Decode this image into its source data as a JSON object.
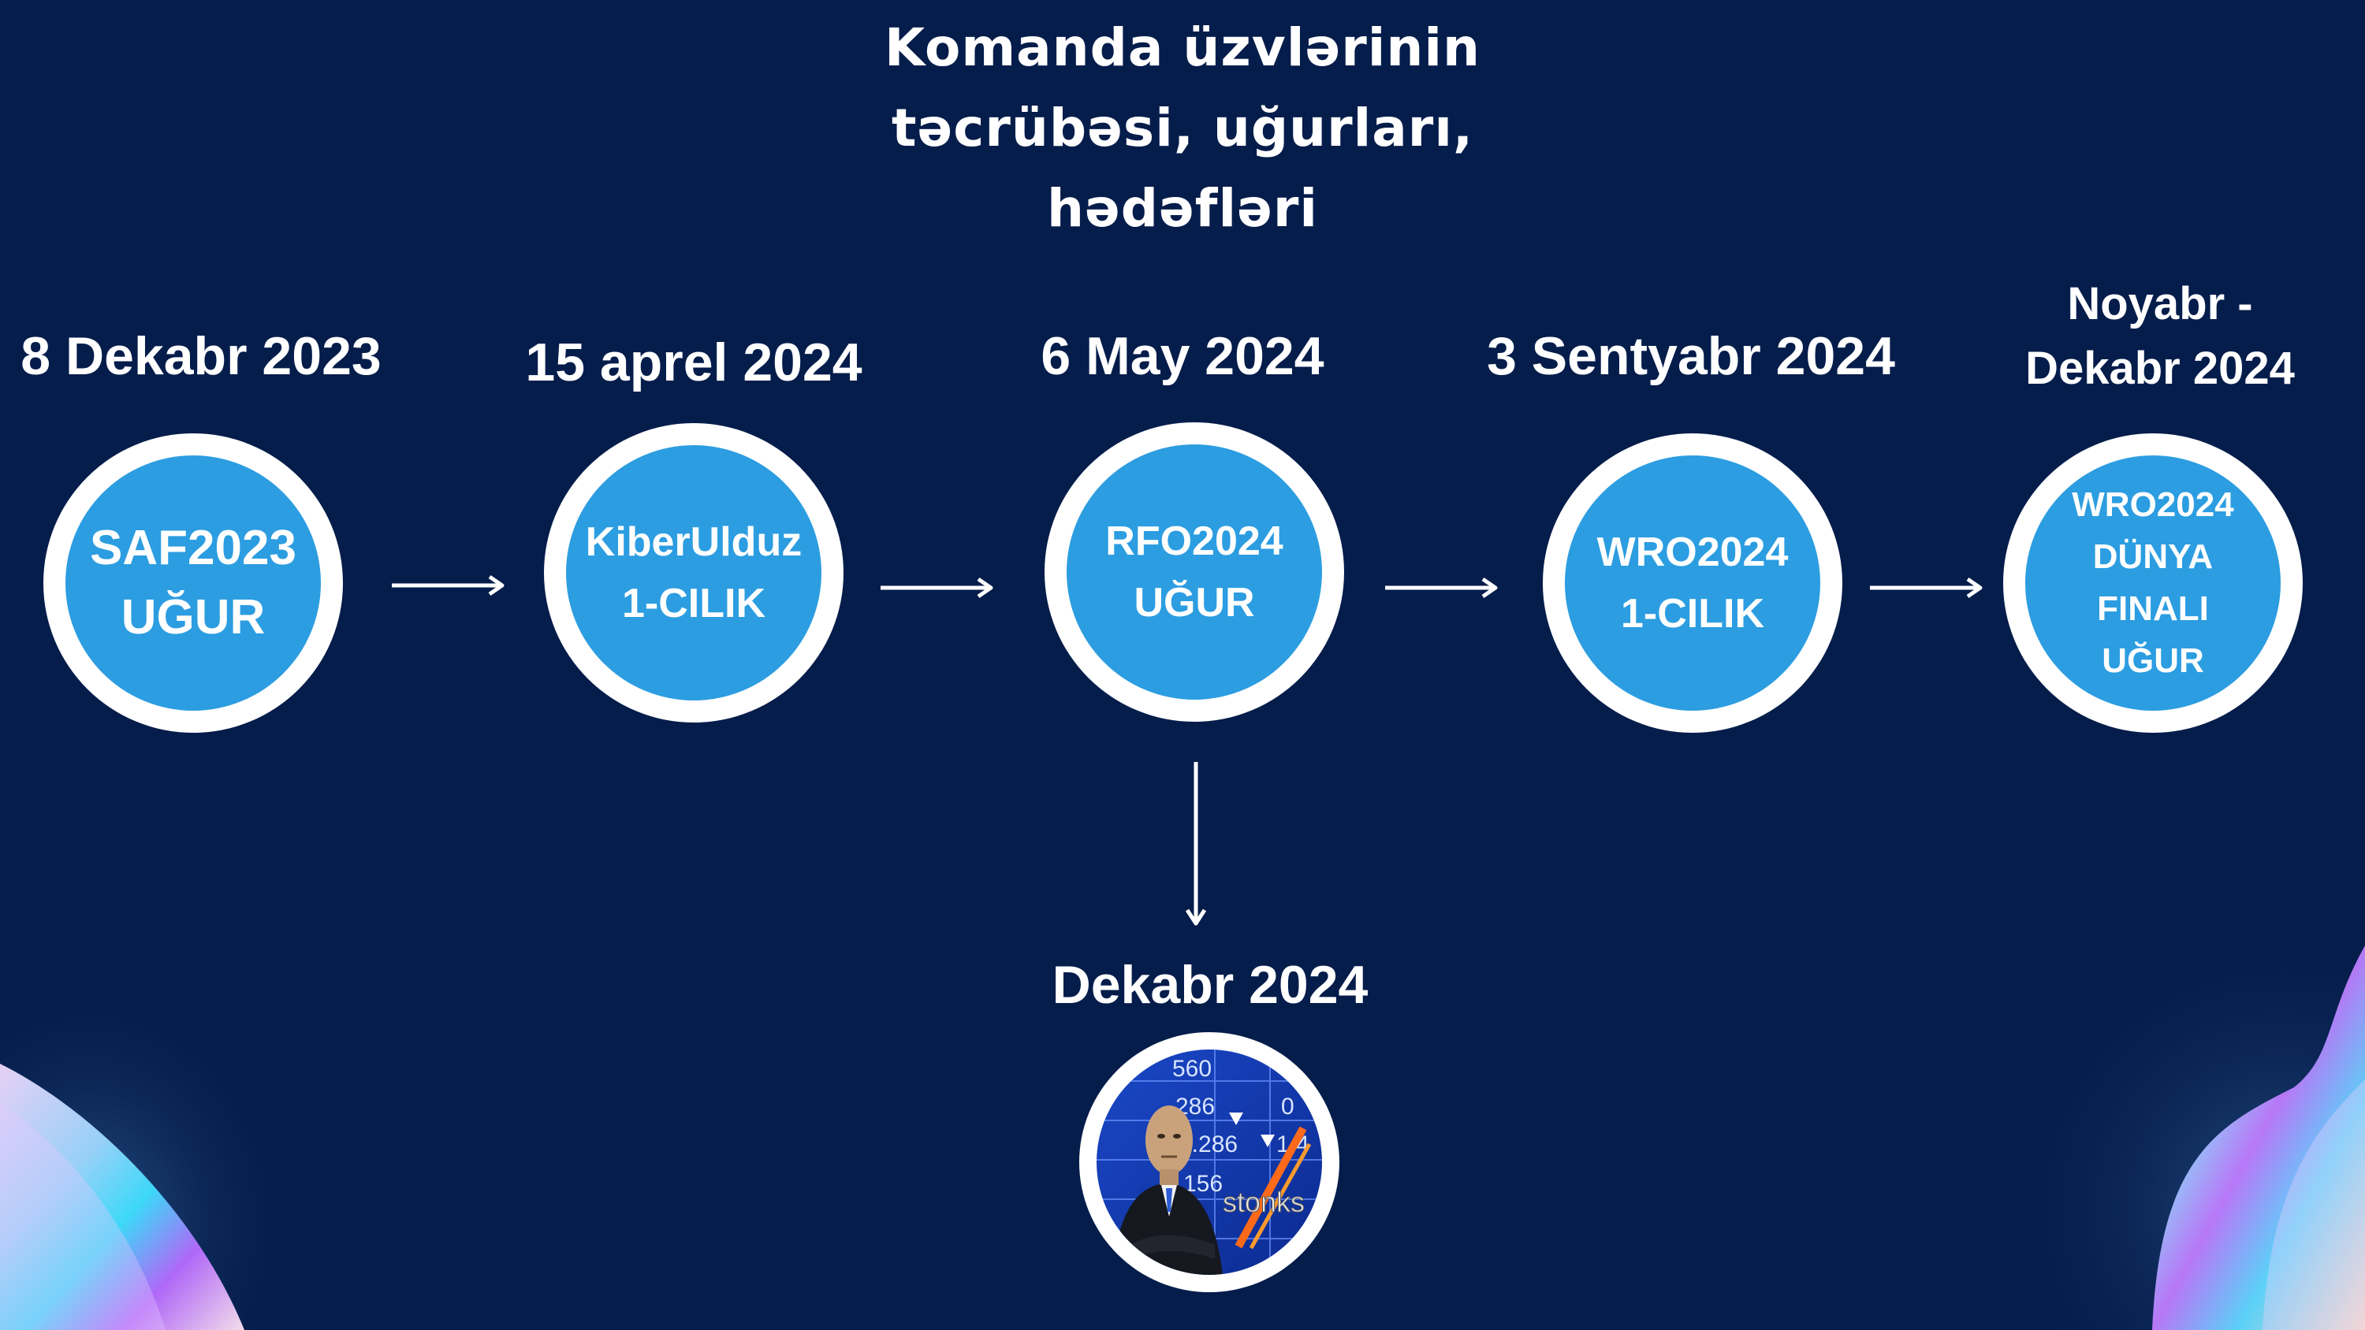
{
  "title": {
    "line1": "Komanda üzvlərinin",
    "line2": "təcrübəsi, uğurları,",
    "line3": "hədəfləri"
  },
  "timeline": [
    {
      "date": "8 Dekabr 2023",
      "line1": "SAF2023",
      "line2": "UĞUR"
    },
    {
      "date": "15 aprel 2024",
      "line1": "KiberUlduz",
      "line2": "1-CILIK"
    },
    {
      "date": "6 May 2024",
      "line1": "RFO2024",
      "line2": "UĞUR"
    },
    {
      "date": "3 Sentyabr 2024",
      "line1": "WRO2024",
      "line2": "1-CILIK"
    },
    {
      "date_line1": "Noyabr -",
      "date_line2": "Dekabr 2024",
      "line1": "WRO2024",
      "line2": "DÜNYA",
      "line3": "FINALI",
      "line4": "UĞUR"
    }
  ],
  "branch": {
    "date": "Dekabr 2024",
    "image_caption": "stonks",
    "board_numbers": [
      "560",
      "286",
      "2.286",
      "156",
      "1.4",
      "0"
    ]
  },
  "colors": {
    "background": "#051d4b",
    "node_fill": "#2c9de1",
    "node_ring": "#ffffff",
    "text": "#ffffff"
  }
}
